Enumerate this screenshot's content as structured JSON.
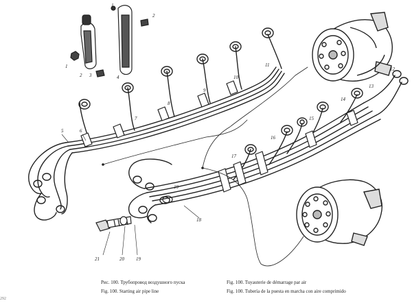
{
  "callouts": [
    "1",
    "2",
    "3",
    "4",
    "5",
    "6",
    "7",
    "8",
    "9",
    "10",
    "11",
    "12",
    "13",
    "14",
    "15",
    "16",
    "17",
    "18",
    "19",
    "20",
    "21"
  ],
  "captions": {
    "ru": "Рис. 100. Трубопровод воздушного пуска",
    "en": "Fig. 100. Starting air pipe line",
    "fr": "Fig. 100. Tuyauterie de démarrage par air",
    "es": "Fig. 100. Tubería de la puesta en marcha con aire comprimido"
  },
  "page_mark": "292"
}
